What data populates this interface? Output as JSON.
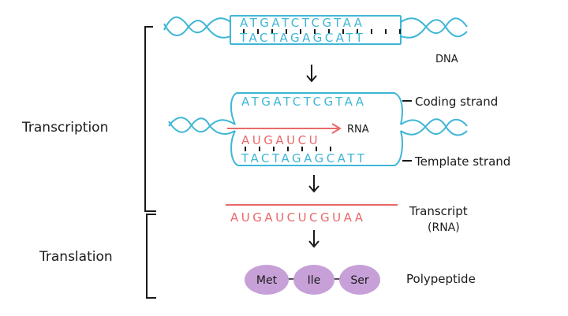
{
  "labels": {
    "dna": "DNA",
    "transcription": "Transcription",
    "translation": "Translation",
    "coding_strand": "Coding strand",
    "template_strand": "Template strand",
    "rna": "RNA",
    "transcript_line1": "Transcript",
    "transcript_line2": "(RNA)",
    "polypeptide": "Polypeptide"
  },
  "sequences": {
    "dna_top": "ATGATCTCGTAA",
    "dna_bottom": "TACTAGAGCATT",
    "coding": "ATGATCTCGTAA",
    "rna_partial": "AUGAUCU",
    "template": "TACTAGAGCATT",
    "transcript": "AUGAUCUCGUAA"
  },
  "amino_acids": [
    "Met",
    "Ile",
    "Ser"
  ],
  "colors": {
    "dna": "#3fb6d6",
    "rna": "#e8696b",
    "amino_acid": "#c7a0d8",
    "ink": "#1a1a1a"
  }
}
